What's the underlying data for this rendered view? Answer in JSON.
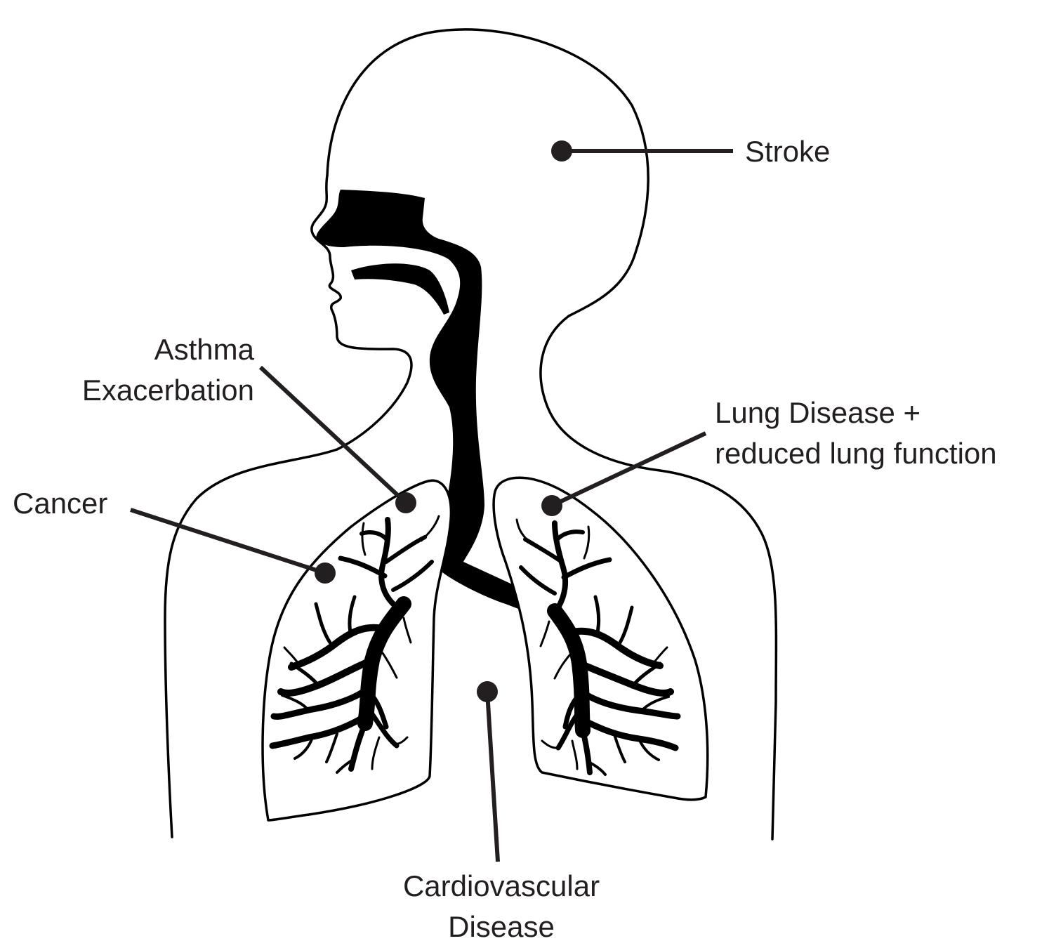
{
  "labels": {
    "stroke": "Stroke",
    "asthma_line1": "Asthma",
    "asthma_line2": "Exacerbation",
    "lung_line1": "Lung Disease +",
    "lung_line2": "reduced lung function",
    "cancer": "Cancer",
    "cardio_line1": "Cardiovascular",
    "cardio_line2": "Disease"
  },
  "colors": {
    "ink": "#231f20",
    "airway": "#000000",
    "background": "#ffffff"
  }
}
